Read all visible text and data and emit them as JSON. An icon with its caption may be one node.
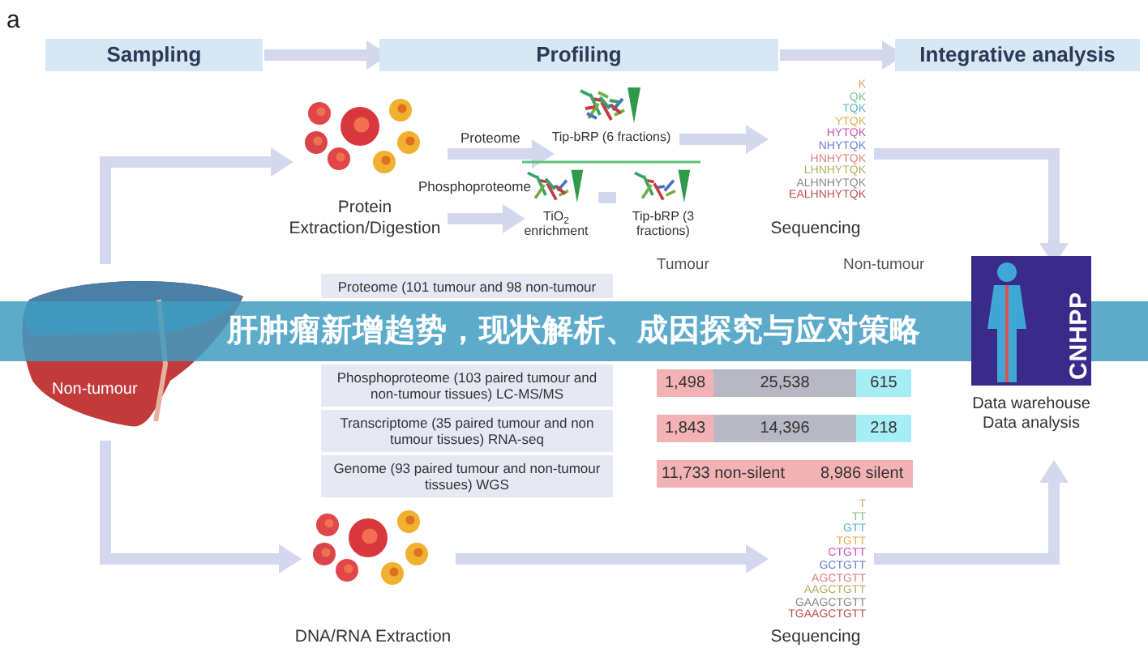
{
  "diagram": {
    "title": "肝肿瘤新增趋势，现状解析、成因探究与应对策略",
    "nodes": [
      {
        "text": [
          "Sampling"
        ]
      },
      {
        "text": [
          "Profiling"
        ]
      },
      {
        "text": [
          "Integrative analysis"
        ]
      },
      {
        "text": [
          "Protein Extraction/Digestion"
        ]
      },
      {
        "text": [
          "Tip-bRP (6 fractions)"
        ]
      },
      {
        "text": [
          "TiO$_{2}$ enrichment"
        ]
      },
      {
        "text": [
          "Tip-bRP (3 fractions)"
        ]
      },
      {
        "text": [
          "Sequencing"
        ]
      },
      {
        "text": [
          "Non-tumour"
        ]
      },
      {
        "text": [
          "Proteome (101 tumour and 98 non-tumour"
        ]
      },
      {
        "text": [
          "Phosphoproteome (103 paired tumour and non-tumour tissues) LC-MS/MS"
        ]
      },
      {
        "text": [
          "Transcriptome (35 paired tumour and non tumour tissues) RNA-seq"
        ]
      },
      {
        "text": [
          "Genome (93 paired tumour and non-tumour tissues) WGS"
        ]
      },
      {
        "text": [
          "DNA/RNA Extraction"
        ]
      },
      {
        "text": [
          "Sequencing"
        ]
      },
      {
        "text": [
          "CNHPP",
          "Data warehouse Data analysis"
        ]
      }
    ],
    "edges": [
      {
        "from": 0,
        "to": 1,
        "arrow": "to"
      },
      {
        "from": 1,
        "to": 2,
        "arrow": "to"
      },
      {
        "from": 3,
        "to": 4,
        "arrow": "to",
        "label": "Proteome"
      },
      {
        "from": 3,
        "to": 5,
        "arrow": "to",
        "label": "Phosphoproteome"
      },
      {
        "from": 5,
        "to": 6,
        "arrow": "none"
      },
      {
        "from": 4,
        "to": 7,
        "arrow": "to"
      },
      {
        "from": 7,
        "to": 15,
        "arrow": "to"
      },
      {
        "from": 8,
        "to": 3,
        "arrow": "to"
      },
      {
        "from": 8,
        "to": 13,
        "arrow": "to"
      },
      {
        "from": 13,
        "to": 14,
        "arrow": "to"
      },
      {
        "from": 14,
        "to": 15,
        "arrow": "to"
      }
    ],
    "labels": [
      "a",
      "K",
      "QK",
      "TQK",
      "YTQK",
      "HYTQK",
      "NHYTQK",
      "HNHYTQK",
      "LHNHYTQK",
      "ALHNHYTQK",
      "EALHNHYTQK",
      "Tumour",
      "Non-tumour",
      "1,498",
      "25,538",
      "615",
      "1,843",
      "14,396",
      "218",
      "11,733 non-silent",
      "8,986 silent",
      "T",
      "TT",
      "GTT",
      "TGTT",
      "CTGTT",
      "GCTGTT",
      "AGCTGTT",
      "AAGCTGTT",
      "GAAGCTGTT",
      "TGAAGCTGTT"
    ]
  }
}
